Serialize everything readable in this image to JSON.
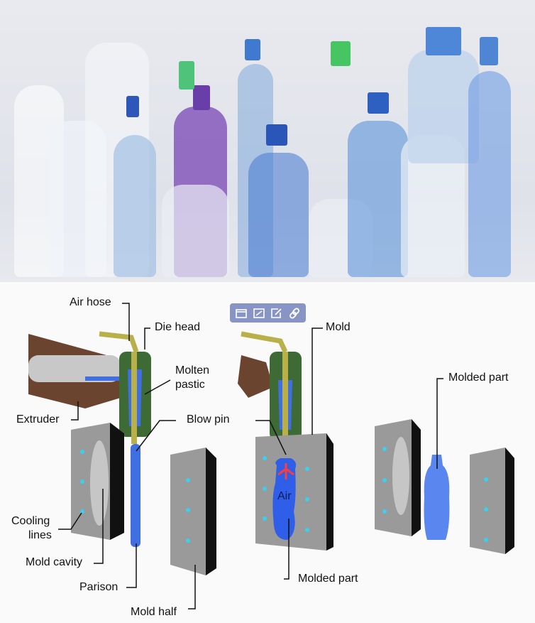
{
  "photo": {
    "alt": "Assorted PET plastic bottles (clear, blue, green, purple)"
  },
  "toolbar": {
    "icons": [
      "folder-icon",
      "image-icon",
      "edit-icon",
      "link-icon"
    ]
  },
  "diagram": {
    "labels": {
      "air_hose": "Air hose",
      "die_head": "Die head",
      "molten_plastic_1": "Molten",
      "molten_plastic_2": "pastic",
      "extruder": "Extruder",
      "blow_pin": "Blow pin",
      "cooling_lines_1": "Cooling",
      "cooling_lines_2": "lines",
      "mold_cavity": "Mold cavity",
      "parison": "Parison",
      "mold_half": "Mold half",
      "mold": "Mold",
      "air": "Air",
      "molded_part_center": "Molded part",
      "molded_part_right": "Molded part"
    },
    "colors": {
      "die_head": "#3e6b35",
      "air_hose": "#b9b04a",
      "parison": "#3f6fe0",
      "extruder": "#6b4430",
      "mold": "#9a9a9a",
      "cooling_dot": "#3ad0f0",
      "air_arrow": "#ff3b3b"
    }
  }
}
